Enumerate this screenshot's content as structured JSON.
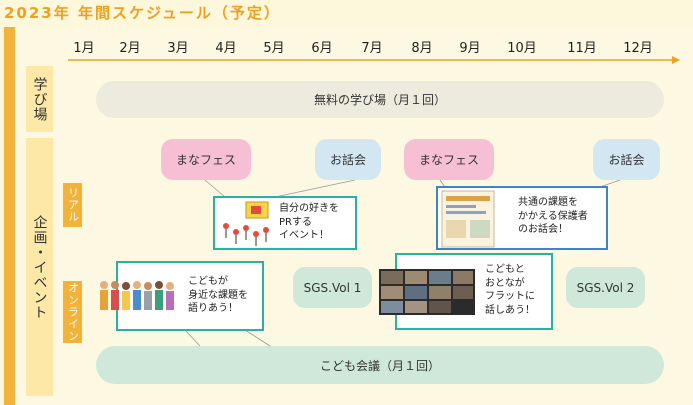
{
  "title": "2023年 年間スケジュール（予定）",
  "months": [
    "1月",
    "2月",
    "3月",
    "4月",
    "5月",
    "6月",
    "7月",
    "8月",
    "9月",
    "10月",
    "11月",
    "12月"
  ],
  "rows": {
    "manabiba": "学び場",
    "kikaku": "企画・イベント",
    "real": "リアル",
    "online": "オンライン"
  },
  "bars": {
    "manabiba": "無料の学び場（月１回）",
    "kodomo_kaigi": "こども会議（月１回）"
  },
  "events": {
    "mana_fes_1": "まなフェス",
    "ohanashikai_1": "お話会",
    "mana_fes_2": "まなフェス",
    "ohanashikai_2": "お話会",
    "sgs_vol1": "SGS.Vol 1",
    "sgs_vol2": "SGS.Vol 2"
  },
  "cards": {
    "event_card": "自分の好きを\nPRする\nイベント！",
    "parents_card": "共通の課題を\nかかえる保護者\nのお話会！",
    "kids_card": "こどもが\n身近な課題を\n語りあう！",
    "flat_card": "こどもと\nおとなが\nフラットに\n話しあう！"
  },
  "colors": {
    "accent_orange": "#f3b23a",
    "title_orange": "#f0a020",
    "teal_border": "#2bb0a5",
    "blue_border": "#3d86c6",
    "pink": "#f7bfd4",
    "light_blue": "#d2e7f2",
    "mint": "#cfe8da"
  }
}
